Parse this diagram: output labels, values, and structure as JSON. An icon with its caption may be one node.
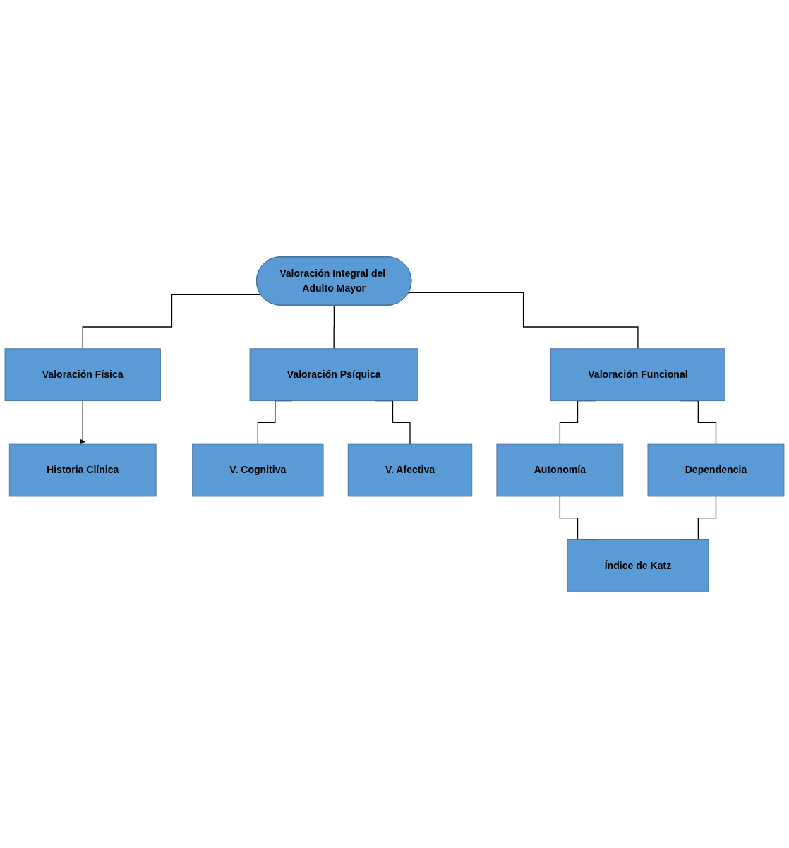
{
  "diagram": {
    "nodes": [
      {
        "text": [
          "Valoración Integral del Adulto Mayor"
        ]
      },
      {
        "text": [
          "Valoración Física"
        ]
      },
      {
        "text": [
          "Valoración Funcional"
        ]
      },
      {
        "text": [
          "Valoración Psíquica"
        ]
      },
      {
        "text": [
          "Historia Clínica"
        ]
      },
      {
        "text": [
          "V. Cognitiva"
        ]
      },
      {
        "text": [
          "V. Afectiva"
        ]
      },
      {
        "text": [
          "Autonomía"
        ]
      },
      {
        "text": [
          "Dependencia"
        ]
      },
      {
        "text": [
          "Índice de Katz"
        ]
      }
    ],
    "edges": [
      {
        "from": 0,
        "to": 1,
        "arrow": "none"
      },
      {
        "from": 0,
        "to": 2,
        "arrow": "none"
      },
      {
        "from": 0,
        "to": 3,
        "arrow": "none"
      },
      {
        "from": 1,
        "to": 4,
        "arrow": "to"
      },
      {
        "from": 3,
        "to": 5,
        "arrow": "none"
      },
      {
        "from": 3,
        "to": 6,
        "arrow": "none"
      },
      {
        "from": 2,
        "to": 7,
        "arrow": "none"
      },
      {
        "from": 2,
        "to": 8,
        "arrow": "none"
      },
      {
        "from": 7,
        "to": 9,
        "arrow": "none"
      },
      {
        "from": 8,
        "to": 9,
        "arrow": "none"
      }
    ]
  }
}
